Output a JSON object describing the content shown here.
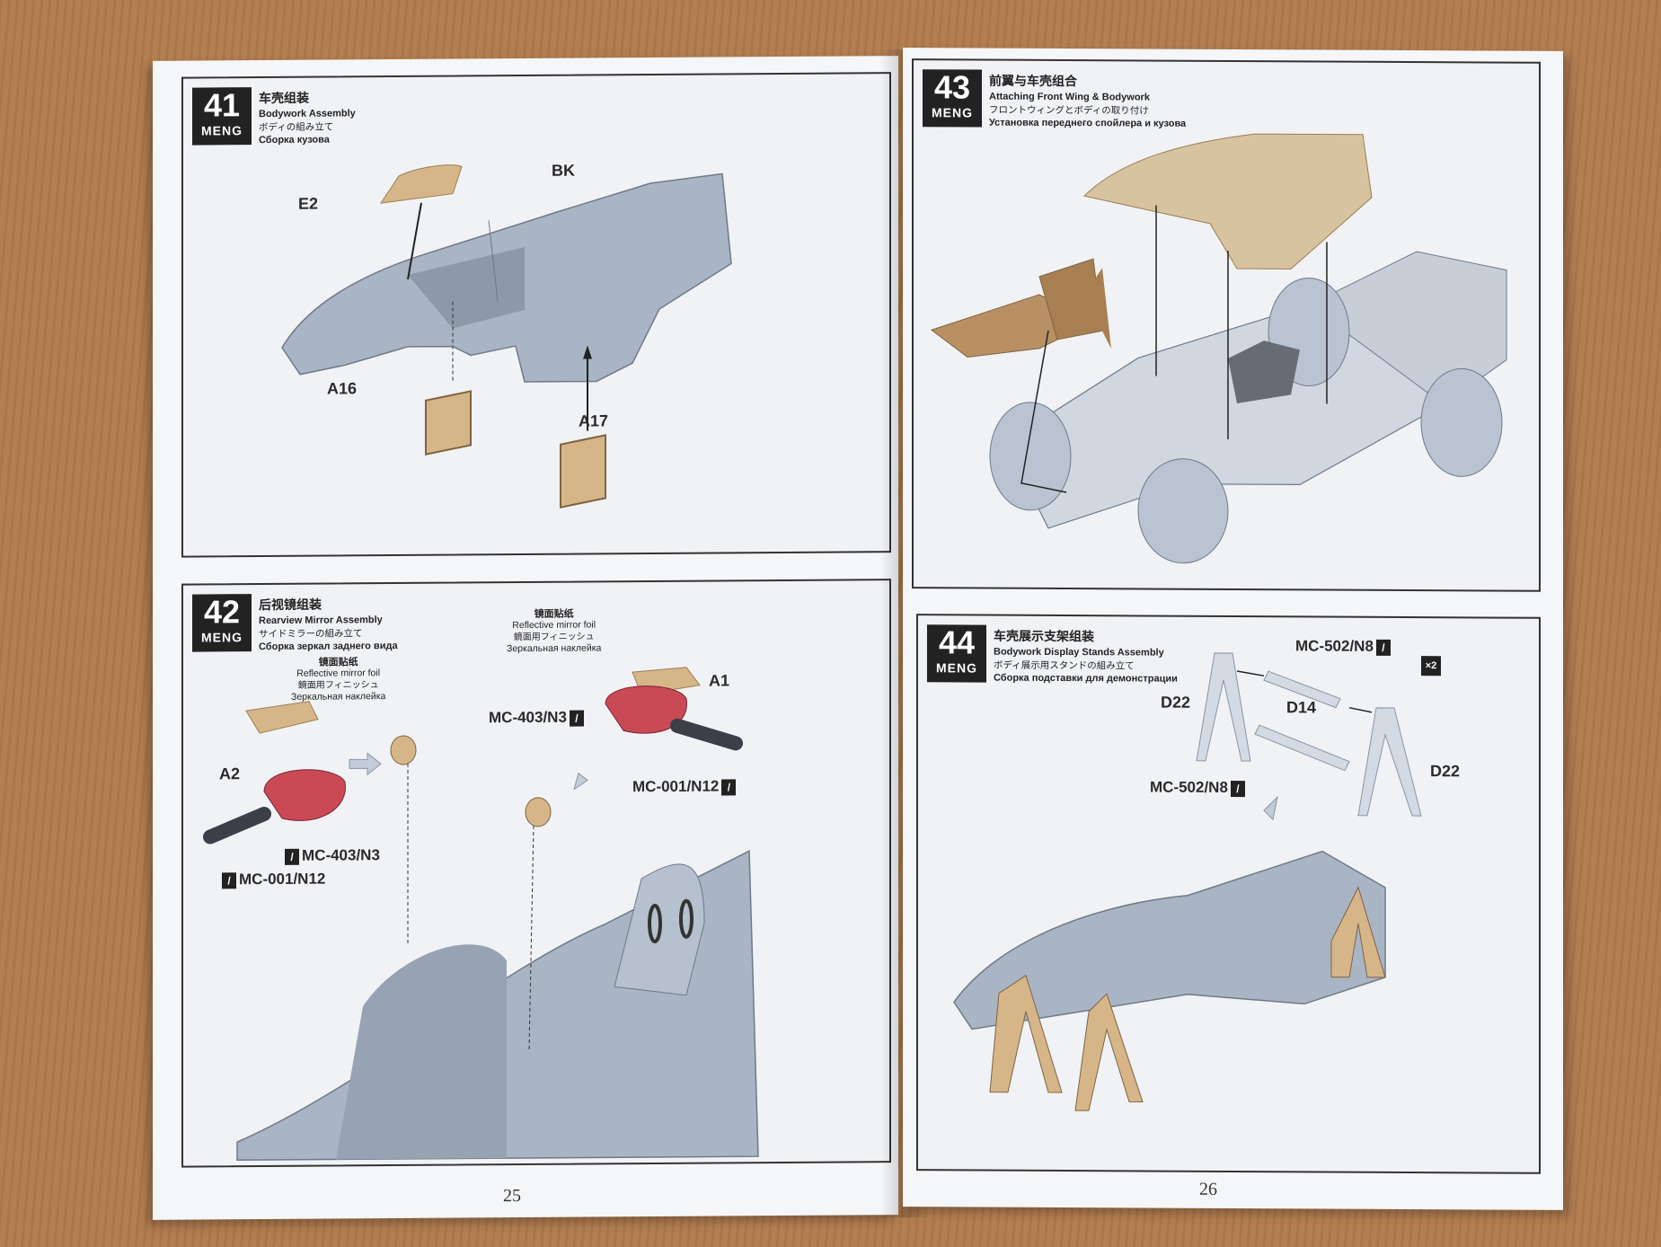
{
  "brand": "MENG",
  "pages": {
    "left_number": "25",
    "right_number": "26"
  },
  "steps": [
    {
      "number": "41",
      "title_zh": "车壳组装",
      "title_en": "Bodywork Assembly",
      "title_ja": "ボディの組み立て",
      "title_ru": "Сборка кузова",
      "parts": [
        "BK",
        "E2",
        "A16",
        "A17"
      ]
    },
    {
      "number": "42",
      "title_zh": "后视镜组装",
      "title_en": "Rearview Mirror Assembly",
      "title_ja": "サイドミラーの組み立て",
      "title_ru": "Сборка зеркал заднего вида",
      "parts": [
        "A1",
        "A2"
      ],
      "paints": [
        "MC-403/N3",
        "MC-001/N12",
        "MC-403/N3",
        "MC-001/N12"
      ],
      "note": {
        "zh": "镜面贴纸",
        "en": "Reflective mirror foil",
        "ja": "鏡面用フィニッシュ",
        "ru": "Зеркальная наклейка"
      }
    },
    {
      "number": "43",
      "title_zh": "前翼与车壳组合",
      "title_en": "Attaching Front Wing & Bodywork",
      "title_ja": "フロントウィングとボディの取り付け",
      "title_ru": "Установка переднего спойлера и кузова"
    },
    {
      "number": "44",
      "title_zh": "车壳展示支架组装",
      "title_en": "Bodywork Display Stands Assembly",
      "title_ja": "ボディ展示用スタンドの組み立て",
      "title_ru": "Сборка подставки для демонстрации",
      "parts": [
        "D22",
        "D14",
        "D22"
      ],
      "paints": [
        "MC-502/N8",
        "MC-502/N8"
      ],
      "multiplier": "×2"
    }
  ],
  "colors": {
    "body_gray": "#a9b4c4",
    "part_tan": "#d6b689",
    "mirror_red": "#c94a55",
    "badge_black": "#222222"
  }
}
